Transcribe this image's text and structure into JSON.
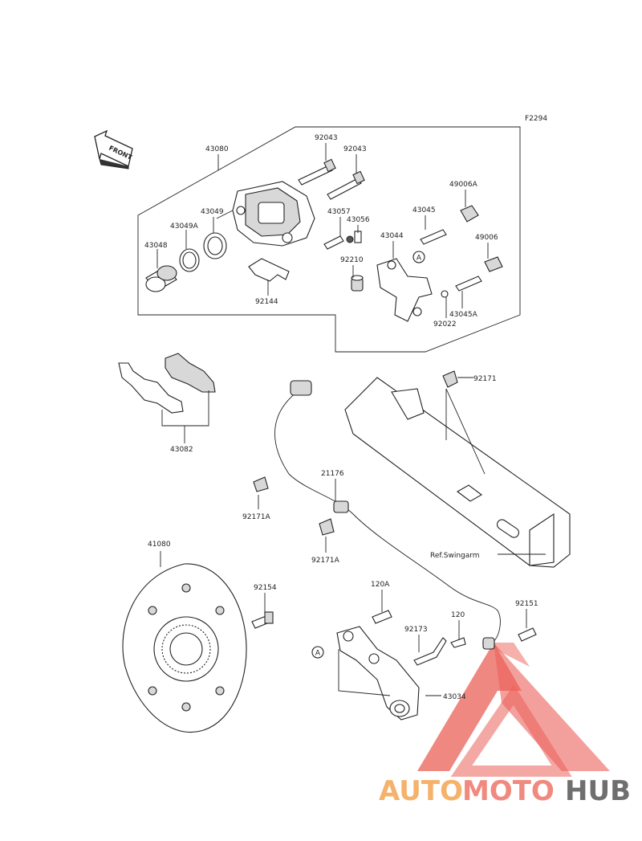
{
  "diagram": {
    "figure_code": "F2294",
    "front_label": "FRONT",
    "ref_label": "Ref.Swingarm",
    "circle_marker": "A",
    "parts": [
      {
        "id": "p-43080",
        "label": "43080"
      },
      {
        "id": "p-92043a",
        "label": "92043"
      },
      {
        "id": "p-92043b",
        "label": "92043"
      },
      {
        "id": "p-49006a",
        "label": "49006A"
      },
      {
        "id": "p-43049",
        "label": "43049"
      },
      {
        "id": "p-43049a",
        "label": "43049A"
      },
      {
        "id": "p-43048",
        "label": "43048"
      },
      {
        "id": "p-43057",
        "label": "43057"
      },
      {
        "id": "p-43056",
        "label": "43056"
      },
      {
        "id": "p-43045",
        "label": "43045"
      },
      {
        "id": "p-43044",
        "label": "43044"
      },
      {
        "id": "p-49006",
        "label": "49006"
      },
      {
        "id": "p-92210",
        "label": "92210"
      },
      {
        "id": "p-43045a",
        "label": "43045A"
      },
      {
        "id": "p-92022",
        "label": "92022"
      },
      {
        "id": "p-92144",
        "label": "92144"
      },
      {
        "id": "p-43082",
        "label": "43082"
      },
      {
        "id": "p-92171",
        "label": "92171"
      },
      {
        "id": "p-21176",
        "label": "21176"
      },
      {
        "id": "p-92171a1",
        "label": "92171A"
      },
      {
        "id": "p-92171a2",
        "label": "92171A"
      },
      {
        "id": "p-41080",
        "label": "41080"
      },
      {
        "id": "p-92154",
        "label": "92154"
      },
      {
        "id": "p-120a",
        "label": "120A"
      },
      {
        "id": "p-92151",
        "label": "92151"
      },
      {
        "id": "p-120",
        "label": "120"
      },
      {
        "id": "p-92173",
        "label": "92173"
      },
      {
        "id": "p-43034",
        "label": "43034"
      }
    ]
  },
  "watermark": {
    "part1": "AUTO",
    "part2": "MOTO",
    "part3": "HUB",
    "color1": "#f5b26b",
    "color2": "#f08a7f",
    "color3": "#6f6f6f",
    "logo_color": "#e8453c"
  }
}
